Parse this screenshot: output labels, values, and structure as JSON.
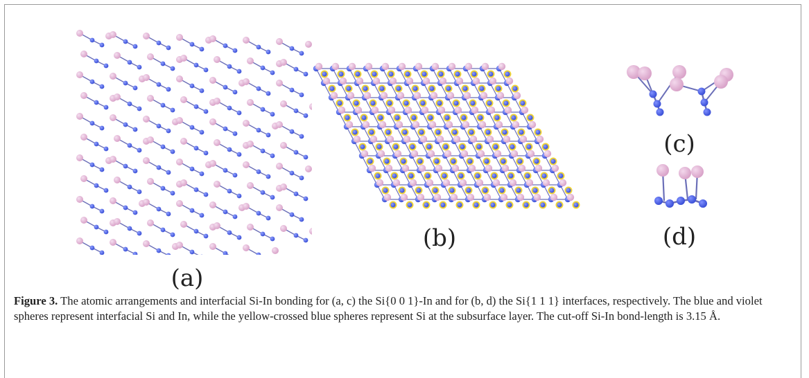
{
  "figure": {
    "panels": [
      {
        "id": "a",
        "label": "(a)",
        "description_icon": "si001-in-interface-top-view"
      },
      {
        "id": "b",
        "label": "(b)",
        "description_icon": "si111-interface-top-view"
      },
      {
        "id": "c",
        "label": "(c)",
        "description_icon": "si001-in-bonding-side-view"
      },
      {
        "id": "d",
        "label": "(d)",
        "description_icon": "si111-bonding-side-view"
      }
    ],
    "caption": {
      "label": "Figure 3.",
      "text": " The atomic arrangements and interfacial Si-In bonding for (a, c) the Si{0 0 1}-In and for (b, d) the Si{1 1 1} interfaces, respectively. The blue and violet spheres represent interfacial Si and In, while the yellow-crossed blue spheres represent Si at the subsurface layer. The cut-off Si-In bond-length is 3.15 Å."
    },
    "colors": {
      "si": "#3a4fd6",
      "in": "#d9a3c9",
      "subsurface_cross": "#f0d020",
      "bond": "#6b6fb8"
    }
  }
}
